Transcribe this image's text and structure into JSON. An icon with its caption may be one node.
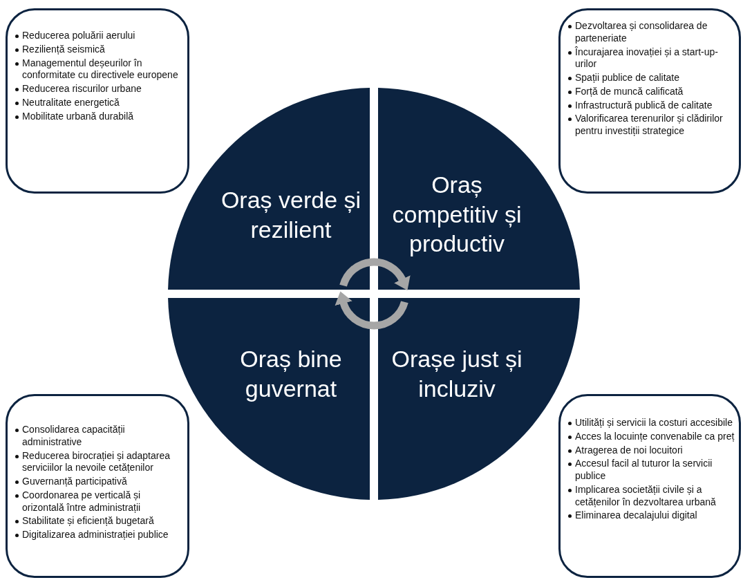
{
  "diagram": {
    "nodes": [
      {
        "text": [
          "Reducerea poluării aerului",
          "Reziliență seismică",
          "Managementul deșeurilor în conformitate cu directivele europene",
          "Reducerea riscurilor urbane",
          "Neutralitate energetică",
          "Mobilitate urbană durabilă"
        ]
      },
      {
        "text": [
          "Dezvoltarea și consolidarea de parteneriate",
          "Încurajarea inovației și a start-up-urilor",
          "Spații publice de calitate",
          "Forță de muncă calificată",
          "Infrastructură publică de calitate",
          "Valorificarea terenurilor și clădirilor pentru investiții strategice"
        ]
      },
      {
        "text": [
          "Oraș verde și rezilient"
        ]
      },
      {
        "text": [
          "Oraș competitiv și productiv"
        ]
      },
      {
        "text": [
          "Oraș bine guvernat"
        ]
      },
      {
        "text": [
          "Orașe just și incluziv"
        ]
      },
      {
        "text": [
          "Consolidarea capacității administrative",
          "Reducerea birocrației și adaptarea serviciilor la nevoile cetățenilor",
          "Guvernanță participativă",
          "Coordonarea pe verticală și orizontală între administrații",
          "Stabilitate și eficiență bugetară",
          "Digitalizarea administrației publice"
        ]
      },
      {
        "text": [
          "Utilități și servicii la costuri accesibile",
          "Acces la locuințe convenabile ca preț",
          "Atragerea de noi locuitori",
          "Accesul facil al tuturor la servicii publice",
          "Implicarea societății civile și a cetățenilor în dezvoltarea urbană",
          "Eliminarea decalajului digital"
        ]
      }
    ],
    "edges": [
      {
        "from": 2,
        "to": 3,
        "arrow": "to"
      },
      {
        "from": 5,
        "to": 4,
        "arrow": "to"
      }
    ]
  }
}
